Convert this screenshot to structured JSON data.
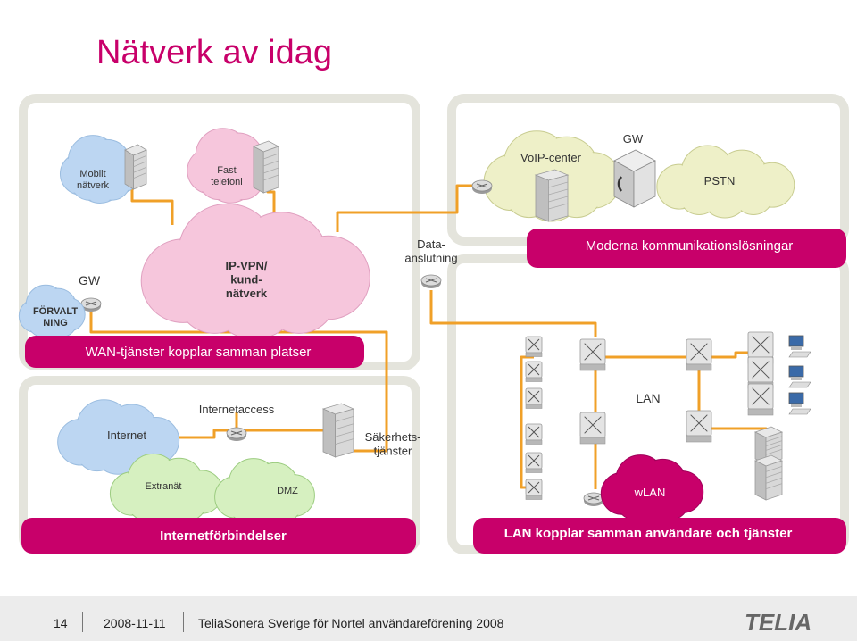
{
  "slide": {
    "title": "Nätverk av idag"
  },
  "wan": {
    "mobile_cloud": "Mobilt\nnätverk",
    "fixed_cloud": "Fast\ntelefoni",
    "gw_label": "GW",
    "ipvpn_cloud": "IP-VPN/\nkund-\nnätverk",
    "data_access": "Data-\nanslutning",
    "admin_cloud": "FÖRVALT\nNING",
    "band_label": "WAN-tjänster kopplar samman platser"
  },
  "modern": {
    "voip_cloud": "VoIP-center",
    "gw_label": "GW",
    "pstn_cloud": "PSTN",
    "band_label": "Moderna kommunikationslösningar"
  },
  "internet": {
    "internet_cloud": "Internet",
    "access_label": "Internetaccess",
    "security_label": "Säkerhets-\ntjänster",
    "extranet_cloud": "Extranät",
    "dmz_cloud": "DMZ",
    "band_label": "Internetförbindelser"
  },
  "lan": {
    "lan_label": "LAN",
    "wlan_cloud": "wLAN",
    "band_label": "LAN kopplar samman användare och tjänster"
  },
  "footer": {
    "page_number": "14",
    "date": "2008-11-11",
    "event": "TeliaSonera Sverige för Nortel användareförening 2008",
    "logo": "TELIA"
  },
  "colors": {
    "accent": "#c8006a",
    "line": "#f0a028",
    "panel": "#e4e4dc",
    "cloud_blue": "#bcd6f2",
    "cloud_pink": "#f6c6dc",
    "cloud_yellow": "#eef0c8",
    "cloud_green": "#d6f0c0",
    "cloud_magenta": "#c8006a"
  }
}
